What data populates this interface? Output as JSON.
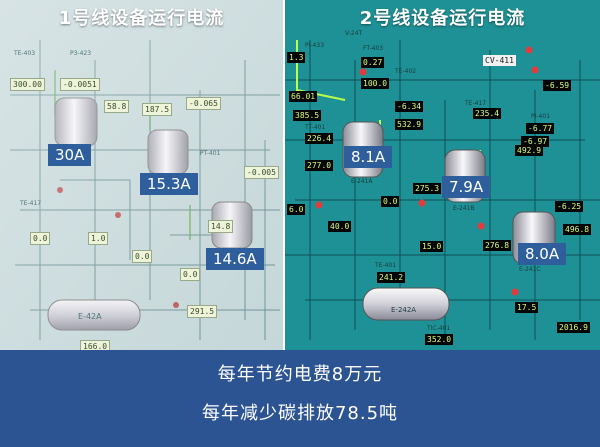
{
  "line1": {
    "title": "1号线设备运行电流",
    "currents": [
      {
        "id": "equipment-1a",
        "label": "30A"
      },
      {
        "id": "equipment-1b",
        "label": "15.3A"
      },
      {
        "id": "equipment-1c",
        "label": "14.6A"
      }
    ],
    "readouts": [
      "300.00",
      "-0.0051",
      "58.8",
      "187.5",
      "-0.065",
      "-0.005",
      "14.8",
      "1.0",
      "0.0",
      "0.0",
      "0.0",
      "291.5",
      "166.0"
    ],
    "tags": [
      "TE-403",
      "P3-423",
      "PT-401",
      "TE-417",
      "E-42A"
    ]
  },
  "line2": {
    "title": "2号线设备运行电流",
    "currents": [
      {
        "id": "equipment-2a",
        "label": "8.1A"
      },
      {
        "id": "equipment-2b",
        "label": "7.9A"
      },
      {
        "id": "equipment-2c",
        "label": "8.0A"
      }
    ],
    "readouts": [
      "1.3",
      "0.27",
      "100.0",
      "-6.59",
      "66.01",
      "-6.34",
      "385.5",
      "532.9",
      "235.4",
      "-6.77",
      "226.4",
      "-6.97",
      "277.0",
      "492.9",
      "275.3",
      "-6.25",
      "6.0",
      "0.0",
      "40.0",
      "15.0",
      "276.8",
      "496.8",
      "241.2",
      "17.5",
      "2016.9",
      "352.0"
    ],
    "tags": [
      "PI-433",
      "FT-403",
      "TE-402",
      "V-24T",
      "CV-411",
      "TE-417",
      "PI-401",
      "TT-401",
      "E-241A",
      "E-241B",
      "E-241C",
      "E-242A",
      "TE-401",
      "TIC-401"
    ]
  },
  "summary": {
    "line1": "每年节约电费8万元",
    "line2": "每年减少碳排放78.5吨"
  }
}
